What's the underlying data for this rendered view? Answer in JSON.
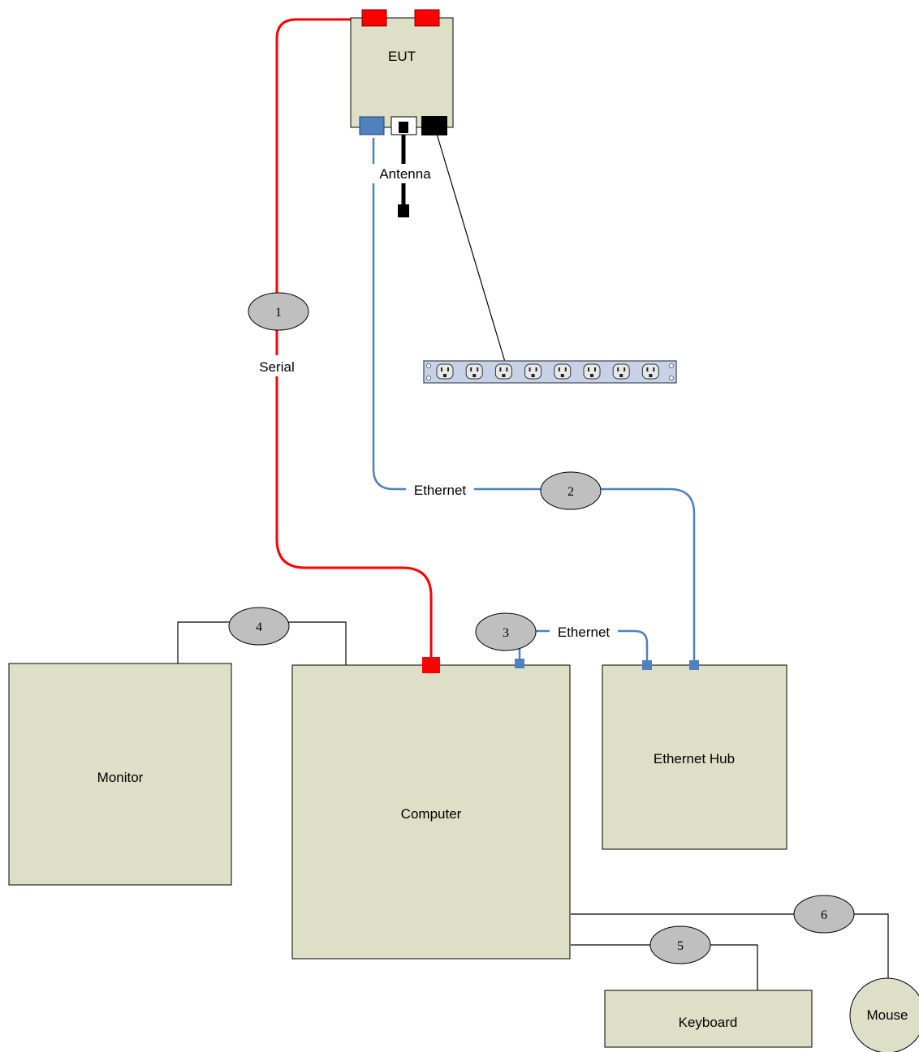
{
  "devices": {
    "eut": "EUT",
    "monitor": "Monitor",
    "computer": "Computer",
    "ethernet_hub": "Ethernet Hub",
    "keyboard": "Keyboard",
    "mouse": "Mouse"
  },
  "cable_labels": {
    "serial": "Serial",
    "ethernet_1": "Ethernet",
    "ethernet_2": "Ethernet",
    "antenna": "Antenna"
  },
  "cable_numbers": [
    "1",
    "2",
    "3",
    "4",
    "5",
    "6"
  ],
  "colors": {
    "device_fill": "#dde0c6",
    "cable_number_fill": "#bfbfbf",
    "serial_cable": "#ff0000",
    "ethernet_cable": "#4f81bd",
    "power_cable": "#000000"
  }
}
